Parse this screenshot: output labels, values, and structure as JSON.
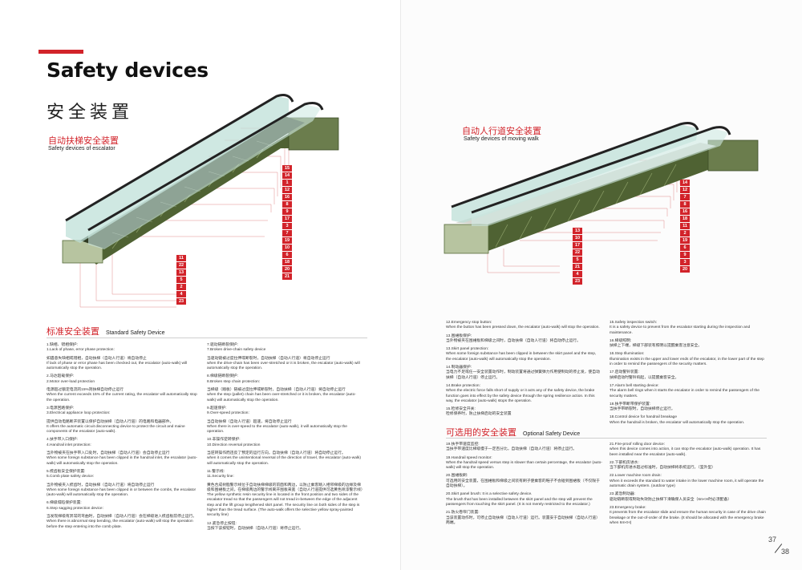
{
  "title": {
    "en": "Safety devices",
    "cn": "安全装置"
  },
  "escalator": {
    "cn": "自动扶梯安全装置",
    "en": "Safety devices of escalator",
    "callouts": [
      "15",
      "14",
      "1",
      "12",
      "16",
      "8",
      "9",
      "17",
      "3",
      "7",
      "19",
      "10",
      "6",
      "18",
      "20",
      "21"
    ],
    "bottom_callouts": [
      "11",
      "22",
      "13",
      "5",
      "2",
      "4",
      "23"
    ]
  },
  "walk": {
    "cn": "自动人行道安全装置",
    "en": "Safety devices of moving walk",
    "callouts": [
      "14",
      "12",
      "7",
      "8",
      "16",
      "18",
      "11",
      "2",
      "19",
      "6",
      "9",
      "3",
      "20"
    ],
    "bottom_callouts": [
      "13",
      "10",
      "17",
      "22",
      "5",
      "21",
      "4",
      "23"
    ]
  },
  "standard": {
    "cn": "标准安全装置",
    "en": "Standard Safety Device",
    "col1": [
      {
        "cn": "1.缺相、错相保护:",
        "en": "1.Lack of phase, error phase protection:"
      },
      {
        "cn": "如遇意失缺相或错相，自动扶梯（自动人行道）将自动停止",
        "en": "If lack of phase or error phase has been checked out, the escalator (auto-walk) will automatically stop the operation."
      },
      {
        "cn": "2.马达超载保护:",
        "en": "2.Motor over-load protection"
      },
      {
        "cn": "电源超过额定电流的15%则扶梯自动停止运行",
        "en": "When the current exceeds 15% of the current rating, the escalator will automatically stop the operation."
      },
      {
        "cn": "3.电源回路保护:",
        "en": "3.Electrical appliance loop protection:"
      },
      {
        "cn": "提供自动电路断开装置以保护自动扶梯（自动人行道）的电路和电器部件。",
        "en": "It offers the automatic circuit disconnecting device to protect the circuit and maine components of the escalator (auto-walk)."
      },
      {
        "cn": "4.扶手带入口保护:",
        "en": "4.Handrail inlet protection:"
      },
      {
        "cn": "当外物被夹在扶手带入口处时，自动扶梯（自动人行道）会自动停止运行",
        "en": "When some foreign substance has been clipped in the handrail inlet, the escalator (auto-walk) will automatically stop the operation."
      },
      {
        "cn": "5.梳齿板安全保护装置:",
        "en": "5.Comb plate safety device:"
      },
      {
        "cn": "当外物被夹入梳齿时，自动扶梯（自动人行道）将自动停止运行",
        "en": "When some foreign substance has been clipped in or between the combs, the escalator (auto-walk) will automatically stop the operation."
      },
      {
        "cn": "6.梯级塌陷保护装置:",
        "en": "6.Step sagging protection device:"
      },
      {
        "cn": "当发现梯级有异常的弯曲时，自动扶梯（自动人行道）会在梯级进入梳齿板前停止运行。",
        "en": "When there is abnormal step bending, the escalator (auto-walk) will stop the operation before the step entering into the comb plate."
      }
    ],
    "col2": [
      {
        "cn": "7.驱动链断裂保护:",
        "en": "7.Broken drive-chain safety device"
      },
      {
        "cn": "当驱动链被过度拉伸或断裂时，自动扶梯（自动人行道）将自动停止运行",
        "en": "when the drive-chain has been over-stretched or it is broken, the escalator (auto-walk) will automatically stop the operation."
      },
      {
        "cn": "8.梯级链断裂保护:",
        "en": "8.Broken step chain protection:"
      },
      {
        "cn": "当梯级（踏板）链被过度拉伸或断裂时，自动扶梯（自动人行道）将自动停止运行",
        "en": "when the step (pallet) chain has been over-stretched or it is broken, the escalator (auto-walk) will automatically stop the operation."
      },
      {
        "cn": "9.超速保护:",
        "en": "9.Over-speed protection:"
      },
      {
        "cn": "当自动扶梯（自动人行道）超速，将自动停止运行",
        "en": "When there is over-speed to the escalator (auto-walk), it will automatically stop the operation."
      },
      {
        "cn": "10.非操作逆转保护:",
        "en": "10.Direction reversal protection"
      },
      {
        "cn": "当逆转操作而违反了预定的运行方向，自动扶梯（自动人行道）将自动停止运行。",
        "en": "when it comes the unintentional reversal of the direction of travel, the escalator (auto-walk) will automatically stop the operation."
      },
      {
        "cn": "11.警示线:",
        "en": "11.Security line:"
      },
      {
        "cn": "黄色合成树脂警示线位于自动扶梯梯级的前面和两边，以防止乘客踏入相邻梯级的边缘及梯级和围裙板之间，在梯级两边的警示线离开围板来宽（自动人行道提供可选黄色喷漆警示线）",
        "en": "The yellow synthetic resin security line is located in the front position and two sides of the escalator tread so that the passengers will not tread in-between the edge of the adjacent step and the lift group lengthened skirt panel. The security line on both sides of the step is higher than the tread surface. (The auto-walk offers the selective yellow spray-painted security line)"
      },
      {
        "cn": "12.紧急停止按钮:",
        "en": "当按下该按钮时，自动扶梯（自动人行道）将停止运行。"
      }
    ]
  },
  "right_col1": [
    {
      "cn": "12.Emergency stop button:",
      "en": "When the button has been pressed down, the escalator (auto-walk) will stop the operation."
    },
    {
      "cn": "13.围裙板保护:",
      "en": "当外物被夹在围裙板和梯级之间时，自动扶梯（自动人行道）将自动停止运行。"
    },
    {
      "cn": "13.Skirt panel protection:",
      "en": "When some foreign substance has been clipped in between the skirt panel and the step, the escalator (auto-walk) will automatically stop the operation."
    },
    {
      "cn": "14.制动器保护:",
      "en": "当电力不足或任一安全装置动作时，制动装置将通过弹簧弹力作用使制动的停止发，使自动扶梯（自动人行道）停止运行。"
    },
    {
      "cn": "14.Brake protection:",
      "en": "When the electric force falls short of supply or it acts any of the safety device, the brake function goes into effect by the safety device through the spring resilience action. In this way, the escalator (auto-walk) stops the operation."
    },
    {
      "cn": "15.检修安全开关:",
      "en": "检修保养时，防止扶梯启动的安全装置"
    }
  ],
  "right_col2": [
    {
      "cn": "15.Safety inspection switch:",
      "en": "It is a safety device to prevent from the escalator starting during the inspection and maintenance."
    },
    {
      "cn": "16.梯级照明:",
      "en": "扶梯上下端，梯级下部装有照明以提醒乘客注意安全。"
    },
    {
      "cn": "16.Step Illumination:",
      "en": "Illumination exists in the upper and lower ends of the escalator, in the lower part of the step in order to remind the passengers of the security matters."
    },
    {
      "cn": "17.启动警铃装置:",
      "en": "扶梯启动时警铃响起，以提醒乘客安全。"
    },
    {
      "cn": "17.Alarm bell starting device:",
      "en": "The alarm bell rings when it starts the escalator in order to remind the passengers of the security matters."
    },
    {
      "cn": "18.扶手带断带保护装置:",
      "en": "当扶手带断裂时，自动扶梯停止运行。"
    },
    {
      "cn": "18.Control device for handrail breakage",
      "en": "When the handrail is broken, the escalator will automatically stop the operation."
    }
  ],
  "optional": {
    "cn": "可选用的安全装置",
    "en": "Optional Safety Device",
    "col1": [
      {
        "cn": "19.扶手带速度监控:",
        "en": "当扶手带速度比梯级慢于一定百分比，自动扶梯（自动人行道）将停止运行。"
      },
      {
        "cn": "19.Handrail speed monitor:",
        "en": "When the handrail speed versus step is slower than certain percentage, the escalator (auto-walk) will stop the operation."
      },
      {
        "cn": "20.围裙板刷:",
        "en": "可选用的安全装置，在围裙板和梯级之间装有刷子使乘客的鞋子不会碰到围裙板（不仅限于自动扶梯）。"
      },
      {
        "cn": "20.Skirt panel brush: It is a selective safety device.",
        "en": "The brush that has been installed between the skirt panel and the step will prevent the passengers from touching the skirt panel. (It is not merely restricted to the escalator.)"
      },
      {
        "cn": "21.防火卷帘门装置:",
        "en": "当该装置动作时，可停止自动扶梯（自动人行道）运行。装置安于自动扶梯（自动人行道）两端。"
      }
    ],
    "col2": [
      {
        "cn": "21.Fire-proof rolling door device:",
        "en": "when this device comes into action, it can stop the escalator (auto-walk) operation. It has been installed near the escalator (auto-walk)."
      },
      {
        "cn": "22.下部机房进水:",
        "en": "当下部机房进水超过标准时，自动扶梯将系统运行。（室外型）"
      },
      {
        "cn": "22.Lower machine room drain:",
        "en": "When it exceeds the standard to water intake in the lower machine room, it will operate the automatic drain system. (outdoor type)"
      },
      {
        "cn": "23.紧急制动器:",
        "en": "驱动链断裂或制动失效防止扶梯下滑确保人员安全（6m<H时必须配备）"
      },
      {
        "cn": "23.Emergency brake:",
        "en": "It prevents from the escalator slide and ensure the human security in case of the drive chain breakage or the out-of-order of the brake. (It should be allocated with the emergency brake when 6m<H)"
      }
    ]
  },
  "pages": {
    "current": "37",
    "total": "38"
  },
  "colors": {
    "accent": "#d2232a",
    "truss": "#4f6233",
    "glass": "#bfe0d8"
  }
}
